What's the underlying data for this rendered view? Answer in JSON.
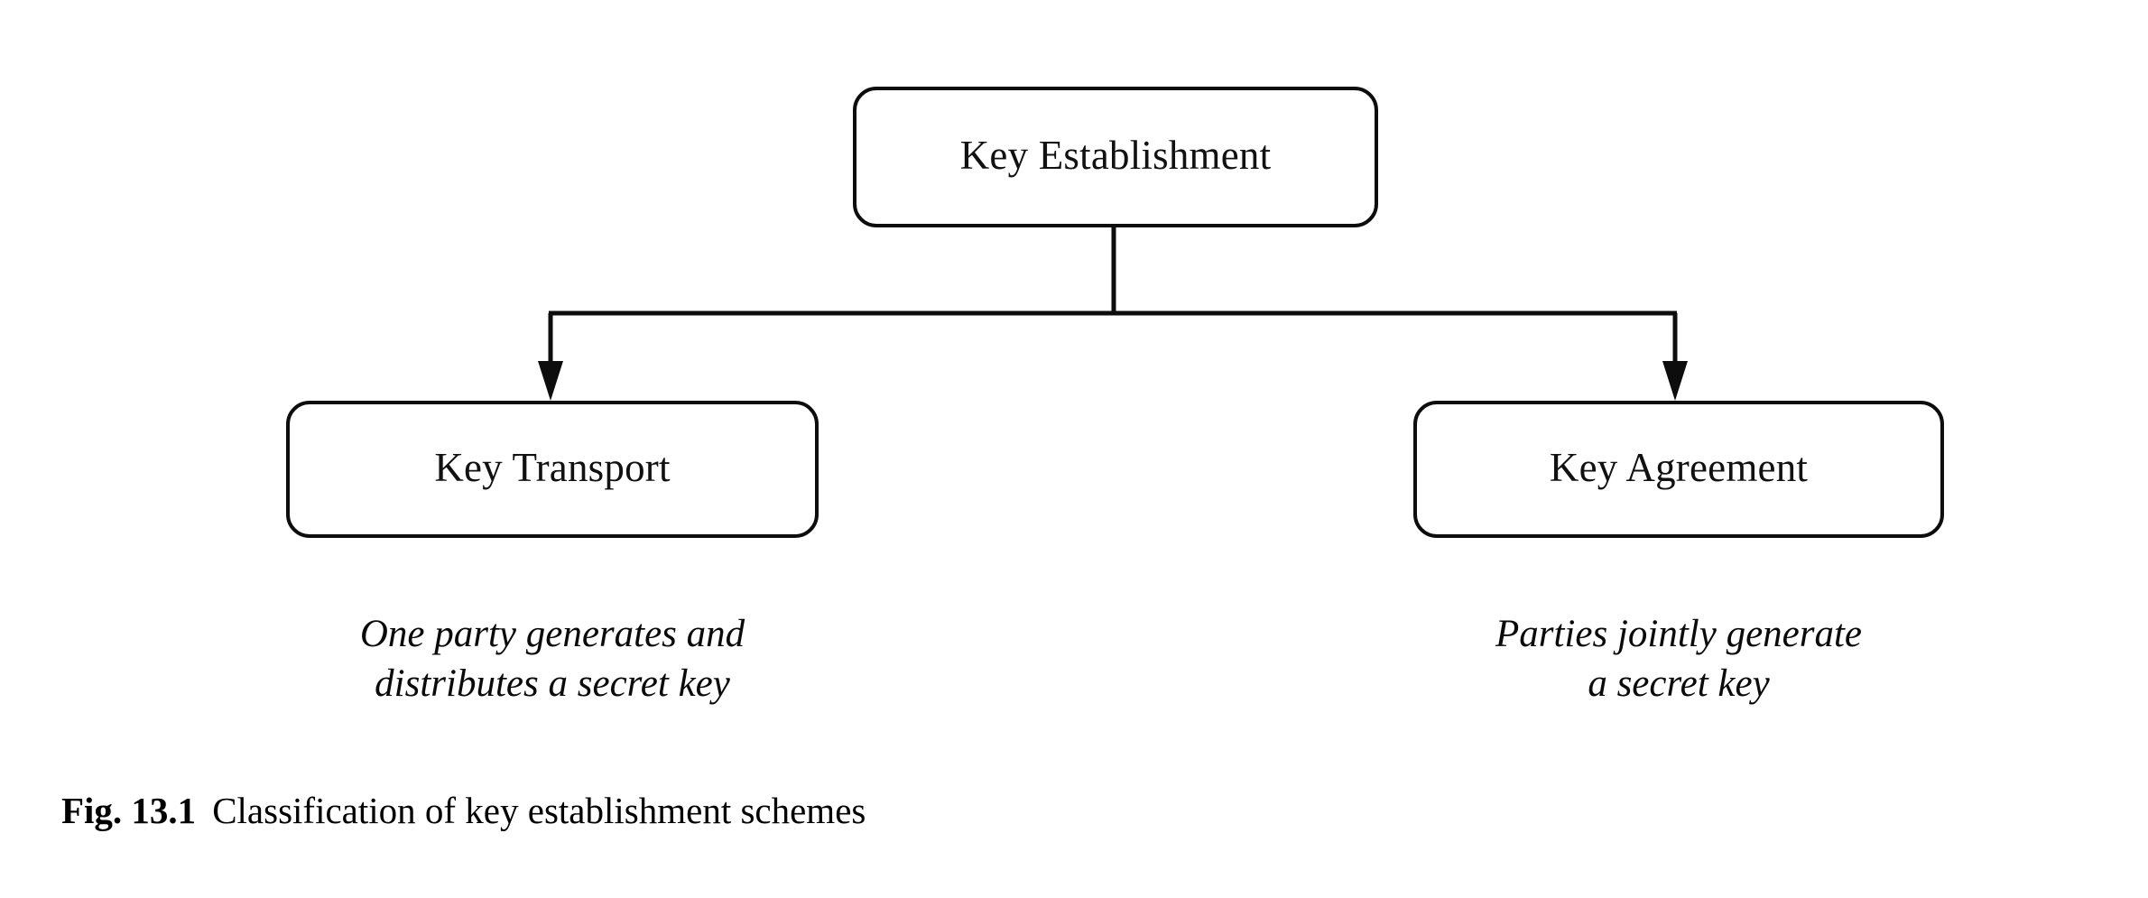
{
  "figure": {
    "number_label": "Fig. 13.1",
    "caption_text": "Classification of key establishment schemes"
  },
  "diagram": {
    "type": "tree",
    "orientation": "top-down",
    "line_color": "#0d0d0d",
    "background_color": "#ffffff",
    "root": {
      "id": "key-establishment",
      "label": "Key Establishment"
    },
    "children": [
      {
        "id": "key-transport",
        "label": "Key Transport",
        "annotation_line_1": "One party generates and",
        "annotation_line_2": "distributes a secret key"
      },
      {
        "id": "key-agreement",
        "label": "Key Agreement",
        "annotation_line_1": "Parties jointly generate",
        "annotation_line_2": "a secret key"
      }
    ]
  }
}
